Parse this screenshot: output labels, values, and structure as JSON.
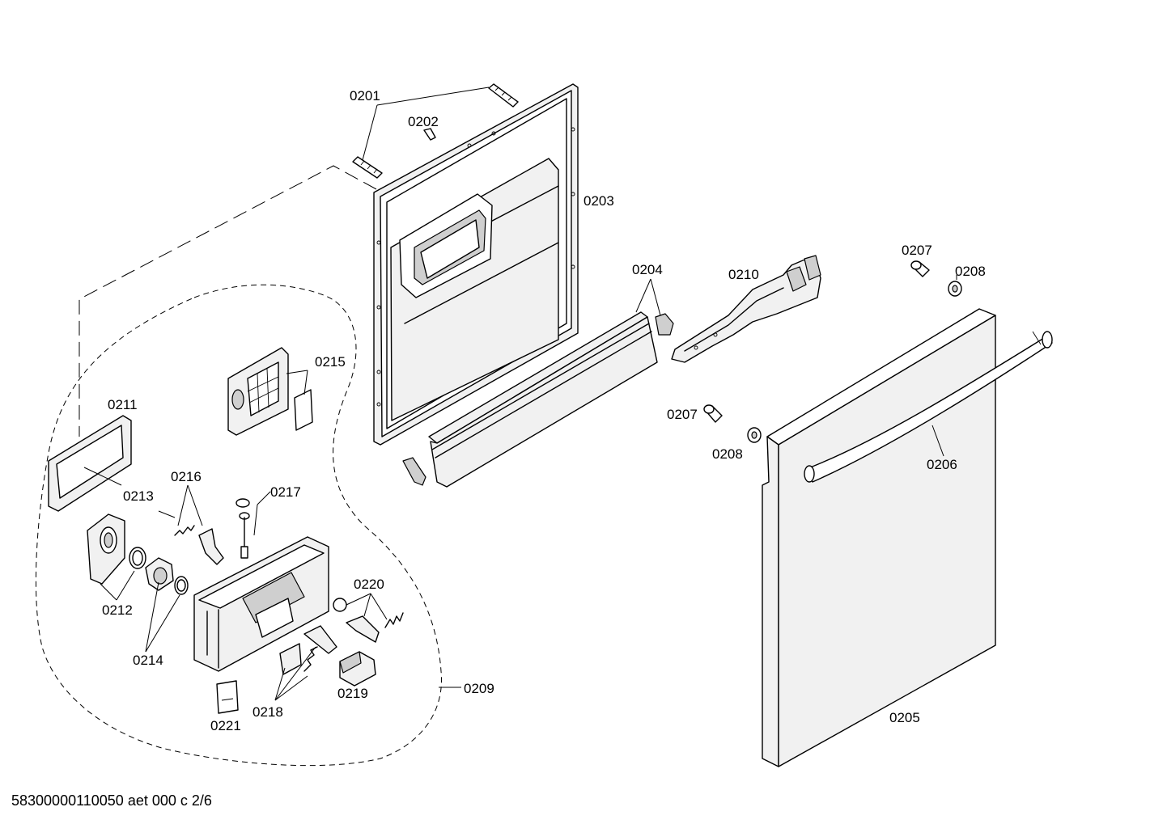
{
  "footer": {
    "drawing_code": "58300000110050 aet 000 c 2/6"
  },
  "callouts": {
    "c0201": "0201",
    "c0202": "0202",
    "c0203": "0203",
    "c0204": "0204",
    "c0205": "0205",
    "c0206": "0206",
    "c0207a": "0207",
    "c0207b": "0207",
    "c0208a": "0208",
    "c0208b": "0208",
    "c0209": "0209",
    "c0210": "0210",
    "c0211": "0211",
    "c0212": "0212",
    "c0213": "0213",
    "c0214": "0214",
    "c0215": "0215",
    "c0216": "0216",
    "c0217": "0217",
    "c0218": "0218",
    "c0219": "0219",
    "c0220": "0220",
    "c0221": "0221"
  }
}
